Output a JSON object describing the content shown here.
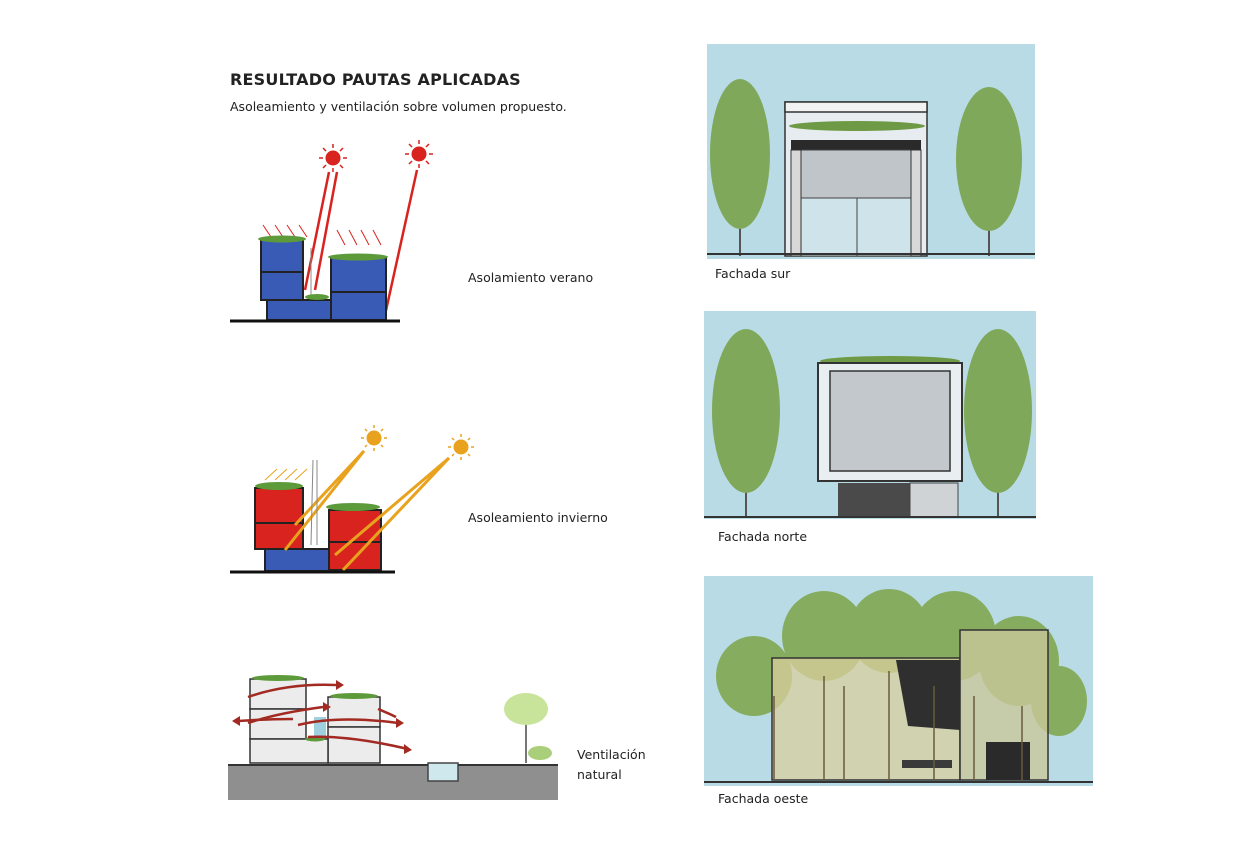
{
  "header": {
    "title": "RESULTADO PAUTAS APLICADAS",
    "subtitle": "Asoleamiento y ventilación sobre volumen propuesto."
  },
  "diagrams": {
    "summer": {
      "label": "Asolamiento verano"
    },
    "winter": {
      "label": "Asoleamiento invierno"
    },
    "ventilation": {
      "label_line1": "Ventilación",
      "label_line2": "natural"
    }
  },
  "facades": {
    "south": {
      "label": "Fachada sur"
    },
    "north": {
      "label": "Fachada norte"
    },
    "west": {
      "label": "Fachada oeste"
    }
  },
  "colors": {
    "sky": "#b9dbe6",
    "tree": "#7fa85a",
    "summer_volume": "#3a5bb5",
    "winter_volume": "#d9231f",
    "sun_summer": "#d9231f",
    "sun_winter": "#e8a21e",
    "green_roof": "#5d9a3a",
    "ground": "#8f8f8f"
  }
}
